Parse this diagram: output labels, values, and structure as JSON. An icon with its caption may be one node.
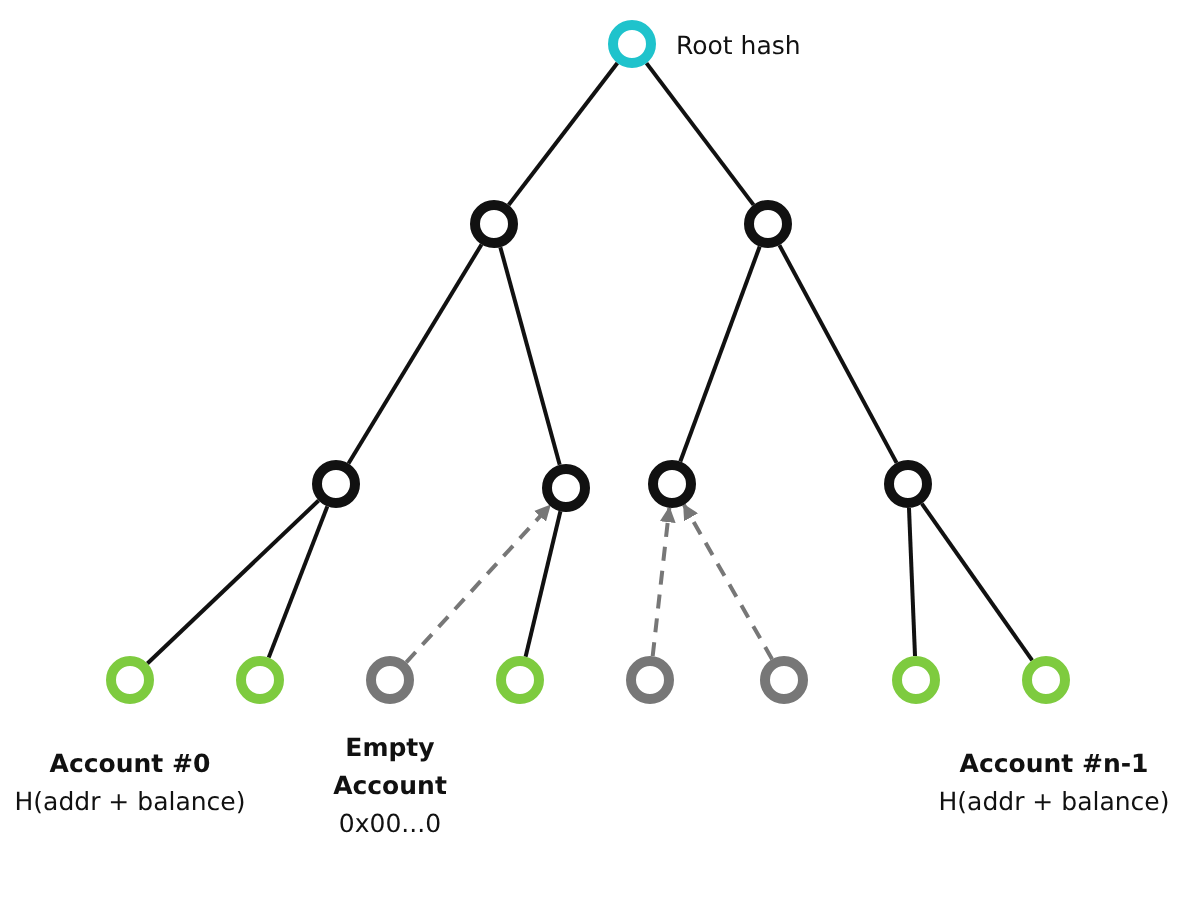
{
  "diagram": {
    "nodes": [
      {
        "text": [],
        "shape": "circle",
        "beside": [
          "Root hash"
        ]
      },
      {
        "text": [],
        "shape": "circle"
      },
      {
        "text": [],
        "shape": "circle"
      },
      {
        "text": [],
        "shape": "circle"
      },
      {
        "text": [],
        "shape": "circle"
      },
      {
        "text": [],
        "shape": "circle"
      },
      {
        "text": [],
        "shape": "circle"
      },
      {
        "text": [],
        "shape": "circle",
        "beside": [
          "Account #0",
          "H(addr + balance)"
        ]
      },
      {
        "text": [],
        "shape": "circle"
      },
      {
        "text": [],
        "shape": "circle",
        "beside": [
          "Empty Account",
          "0x00...0"
        ]
      },
      {
        "text": [],
        "shape": "circle"
      },
      {
        "text": [],
        "shape": "circle"
      },
      {
        "text": [],
        "shape": "circle"
      },
      {
        "text": [],
        "shape": "circle"
      },
      {
        "text": [],
        "shape": "circle",
        "beside": [
          "Account #n-1",
          "H(addr + balance)"
        ]
      }
    ],
    "edges": [
      {
        "from": 0,
        "to": 1,
        "arrow": "none"
      },
      {
        "from": 0,
        "to": 2,
        "arrow": "none"
      },
      {
        "from": 1,
        "to": 3,
        "arrow": "none"
      },
      {
        "from": 1,
        "to": 4,
        "arrow": "none"
      },
      {
        "from": 2,
        "to": 5,
        "arrow": "none"
      },
      {
        "from": 2,
        "to": 6,
        "arrow": "none"
      },
      {
        "from": 3,
        "to": 7,
        "arrow": "none"
      },
      {
        "from": 3,
        "to": 8,
        "arrow": "none"
      },
      {
        "from": 9,
        "to": 4,
        "arrow": "to",
        "style": "dashed",
        "color": "#777777"
      },
      {
        "from": 4,
        "to": 10,
        "arrow": "none"
      },
      {
        "from": 11,
        "to": 5,
        "arrow": "to",
        "style": "dashed",
        "color": "#777777"
      },
      {
        "from": 12,
        "to": 5,
        "arrow": "to",
        "style": "dashed",
        "color": "#777777"
      },
      {
        "from": 6,
        "to": 13,
        "arrow": "none"
      },
      {
        "from": 6,
        "to": 14,
        "arrow": "none"
      }
    ]
  }
}
